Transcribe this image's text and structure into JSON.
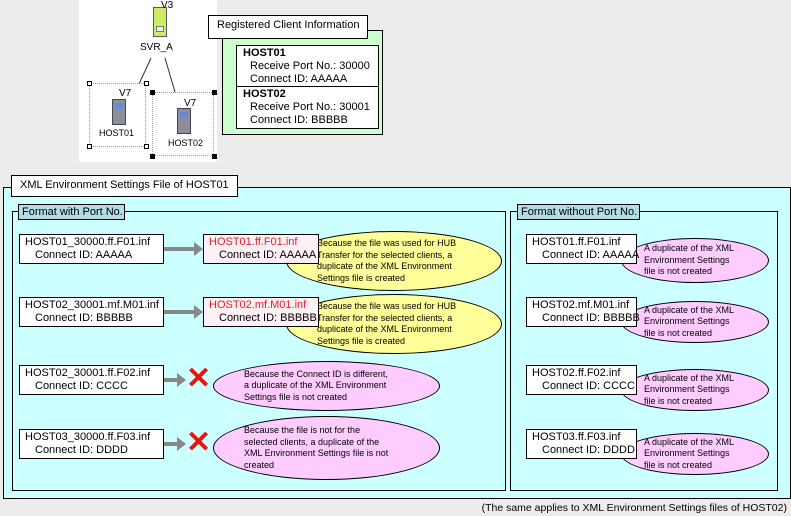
{
  "topology": {
    "server": {
      "name": "SVR_A",
      "version": "V3"
    },
    "clients": [
      {
        "name": "HOST01",
        "version": "V7"
      },
      {
        "name": "HOST02",
        "version": "V7"
      }
    ]
  },
  "registered": {
    "title": "Registered Client Information",
    "hosts": [
      {
        "name": "HOST01",
        "port": "Receive Port No.: 30000",
        "cid": "Connect ID:  AAAAA"
      },
      {
        "name": "HOST02",
        "port": "Receive Port No.: 30001",
        "cid": "Connect ID:  BBBBB"
      }
    ]
  },
  "xml": {
    "title": "XML Environment Settings File of HOST01",
    "with_port": {
      "label": "Format  with Port No.",
      "rows": [
        {
          "file": "HOST01_30000.ff.F01.inf",
          "cid": "Connect ID:  AAAAA",
          "result": "copy",
          "target_file": "HOST01.ff.F01.inf",
          "target_cid": "Connect ID:  AAAAA",
          "note": [
            "Because the file was used for HUB",
            "Transfer for the selected clients, a",
            "duplicate of the XML  Environment",
            "Settings file is created"
          ]
        },
        {
          "file": "HOST02_30001.mf.M01.inf",
          "cid": "Connect ID:  BBBBB",
          "result": "copy",
          "target_file": "HOST02.mf.M01.inf",
          "target_cid": "Connect ID:  BBBBB",
          "note": [
            "Because the file was used for HUB",
            "Transfer for the selected clients, a",
            "duplicate of the XML  Environment",
            "Settings file is created"
          ]
        },
        {
          "file": "HOST02_30001.ff.F02.inf",
          "cid": "Connect ID:  CCCC",
          "result": "rejected",
          "note": [
            "Because the Connect ID is different,",
            "a duplicate of the XML  Environment",
            "Settings file is not created"
          ]
        },
        {
          "file": "HOST03_30000.ff.F03.inf",
          "cid": "Connect ID:  DDDD",
          "result": "rejected",
          "note": [
            "Because the file is not for the",
            "selected clients, a duplicate of the",
            "XML  Environment Settings file is not",
            "created"
          ]
        }
      ]
    },
    "without_port": {
      "label": "Format  without Port No.",
      "rows": [
        {
          "file": "HOST01.ff.F01.inf",
          "cid": "Connect ID:  AAAAA",
          "note": [
            "A duplicate of the XML",
            "Environment Settings",
            "file is not created"
          ]
        },
        {
          "file": "HOST02.mf.M01.inf",
          "cid": "Connect ID:  BBBBB",
          "note": [
            "A duplicate of the XML",
            "Environment Settings",
            "file is not created"
          ]
        },
        {
          "file": "HOST02.ff.F02.inf",
          "cid": "Connect ID:  CCCC",
          "note": [
            "A duplicate of the XML",
            "Environment Settings",
            "file is not created"
          ]
        },
        {
          "file": "HOST03.ff.F03.inf",
          "cid": "Connect ID:  DDDD",
          "note": [
            "A duplicate of the XML",
            "Environment Settings",
            "file is not created"
          ]
        }
      ]
    }
  },
  "footer": "(The same applies to XML Environment Settings files of HOST02)",
  "colors": {
    "outer_bg": "#ccffff",
    "registered_bg": "#ccffcc",
    "copy_note": "#ffff99",
    "no_copy_note": "#ffccff",
    "target_filename": "#e0202a",
    "reject_mark": "#ee1111"
  }
}
